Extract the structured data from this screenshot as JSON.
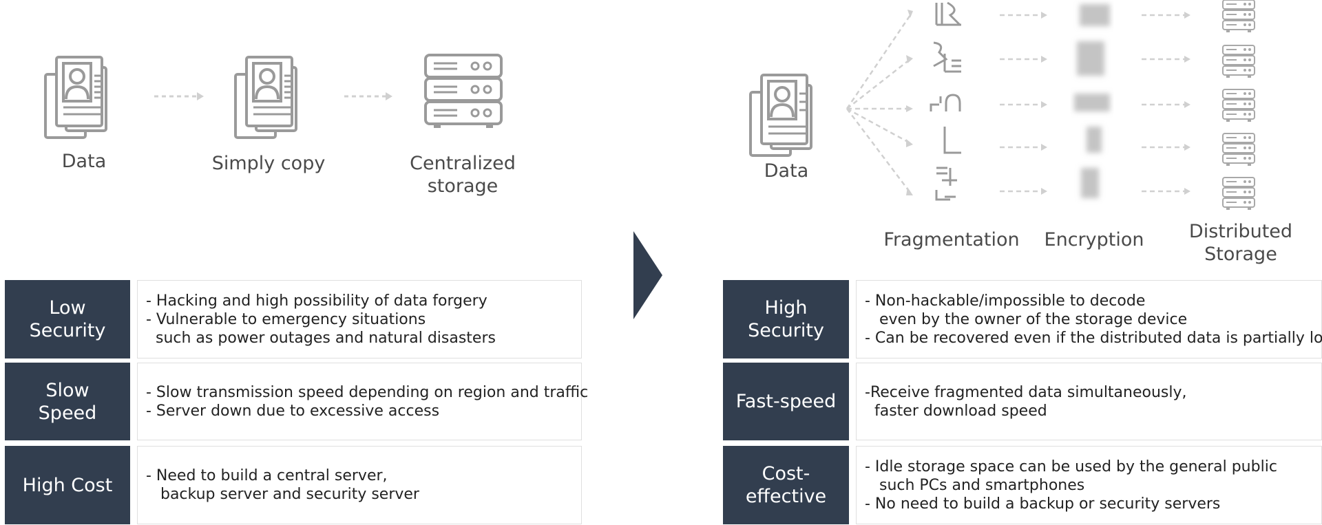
{
  "left": {
    "flow": [
      {
        "label": "Data",
        "icon": "document-user-icon"
      },
      {
        "label": "Simply copy",
        "icon": "document-user-icon"
      },
      {
        "label": "Centralized\nstorage",
        "icon": "server-rack-icon"
      }
    ],
    "rows": [
      {
        "title": "Low\nSecurity",
        "lines": [
          "- Hacking and high possibility of data forgery",
          "- Vulnerable to emergency situations",
          "  such as power outages and natural disasters"
        ]
      },
      {
        "title": "Slow\nSpeed",
        "lines": [
          "- Slow transmission speed depending on region and traffic",
          "- Server down due to excessive access"
        ]
      },
      {
        "title": "High Cost",
        "lines": [
          "- Need to build a central server,",
          "   backup server and security server"
        ]
      }
    ]
  },
  "right": {
    "source_label": "Data",
    "stages": [
      "Fragmentation",
      "Encryption",
      "Distributed\nStorage"
    ],
    "rows": [
      {
        "title": "High\nSecurity",
        "lines": [
          "- Non-hackable/impossible to decode",
          "   even by the owner of the storage device",
          "- Can be recovered even if the distributed data is partially lost"
        ]
      },
      {
        "title": "Fast-speed",
        "lines": [
          "-Receive fragmented data simultaneously,",
          "  faster download speed"
        ]
      },
      {
        "title": "Cost-\neffective",
        "lines": [
          "- Idle storage space can be used by the general public",
          "   such PCs and smartphones",
          "- No need to build a backup or security servers"
        ]
      }
    ]
  },
  "colors": {
    "dark_box": "#323e4f",
    "icon_gray": "#9a9a9a",
    "arrow_gray": "#d0d0d0",
    "chevron": "#323e4f"
  }
}
